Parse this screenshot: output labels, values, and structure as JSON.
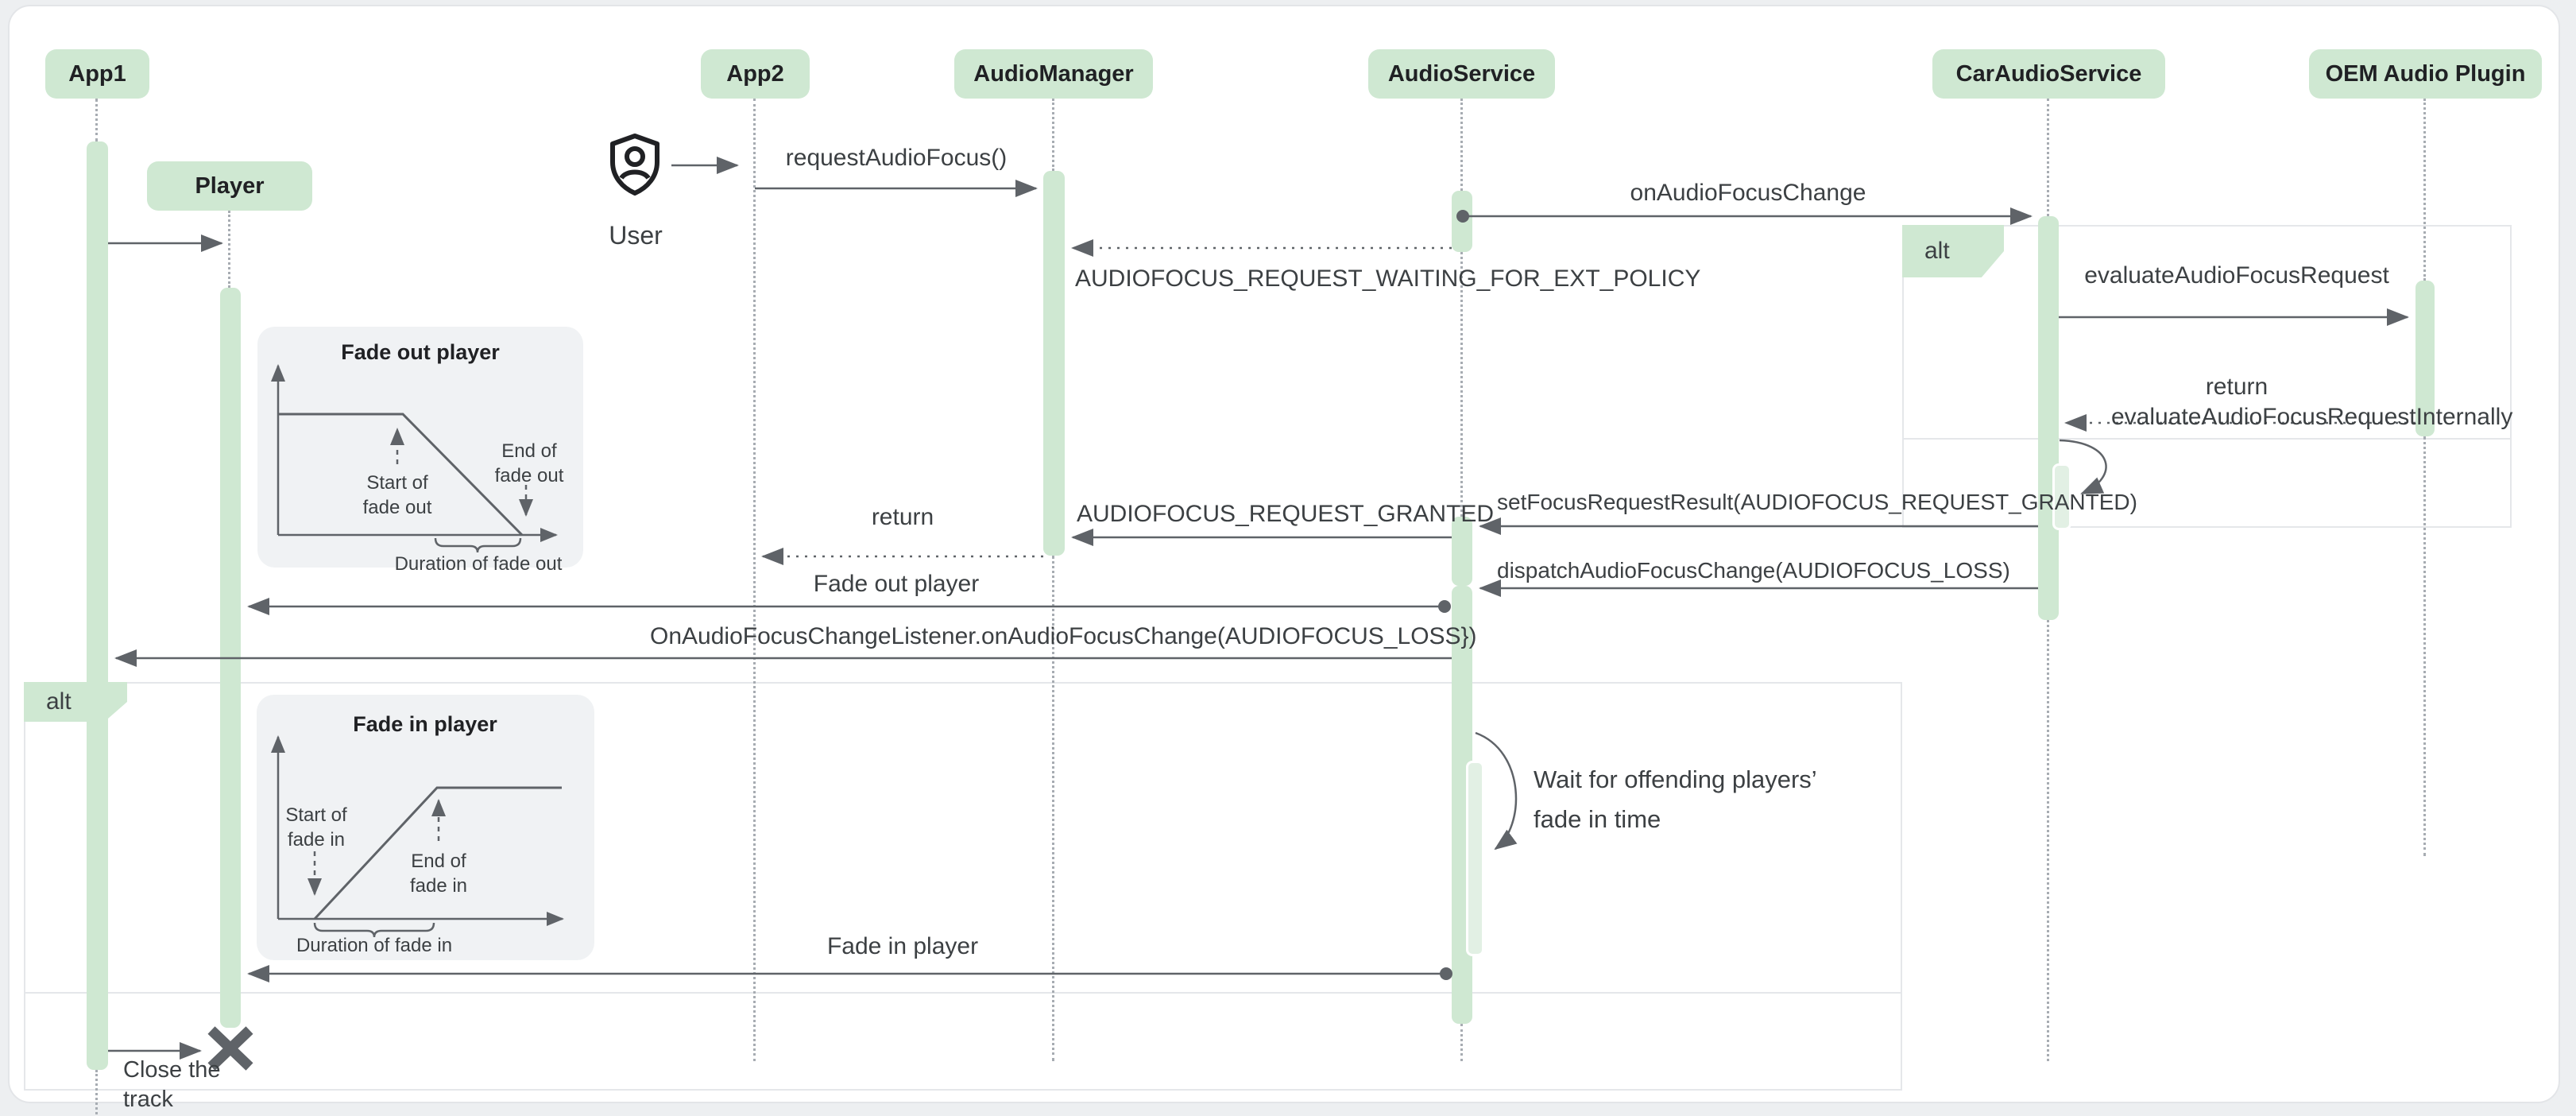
{
  "colors": {
    "accent_green": "#cfe8d2",
    "nested_green": "#e2f0e4",
    "arrow_gray": "#5f6368",
    "text_gray": "#3c4043",
    "frame_border": "#e5e7ea",
    "inset_background": "#f0f2f4",
    "lifeline_gray": "#a7acb2",
    "page_background": "#edeff1"
  },
  "actors": [
    {
      "label": "App1"
    },
    {
      "label": "App2"
    },
    {
      "label": "AudioManager"
    },
    {
      "label": "AudioService"
    },
    {
      "label": "CarAudioService"
    },
    {
      "label": "OEM Audio Plugin"
    }
  ],
  "player_label": "Player",
  "user": {
    "label": "User",
    "icon": "user-shield-icon"
  },
  "frames": {
    "right": {
      "label": "alt"
    },
    "left": {
      "label": "alt"
    }
  },
  "messages": {
    "request_audio_focus": "requestAudioFocus()",
    "on_audio_focus_change": "onAudioFocusChange",
    "waiting_ext_policy": "AUDIOFOCUS_REQUEST_WAITING_FOR_EXT_POLICY",
    "evaluate_audio_focus_request": "evaluateAudioFocusRequest",
    "return_right": "return",
    "evaluate_internally": "evaluateAudioFocusRequestInternally",
    "set_focus_request_result": "setFocusRequestResult(AUDIOFOCUS_REQUEST_GRANTED)",
    "request_granted": "AUDIOFOCUS_REQUEST_GRANTED",
    "return_left": "return",
    "dispatch_focus_change": "dispatchAudioFocusChange(AUDIOFOCUS_LOSS)",
    "fade_out_player": "Fade out player",
    "on_focus_change_listener": "OnAudioFocusChangeListener.onAudioFocusChange(AUDIOFOCUS_LOSS})",
    "wait_for_offenders": "Wait for offending players’ fade in time",
    "fade_in_player": "Fade in player",
    "close_the_track": "Close the track"
  },
  "insets": {
    "fade_out": {
      "title": "Fade out player",
      "start": "Start of fade out",
      "end": "End of fade out",
      "duration": "Duration of fade out"
    },
    "fade_in": {
      "title": "Fade in player",
      "start": "Start of fade in",
      "end": "End of fade in",
      "duration": "Duration of fade in"
    }
  },
  "icons": {
    "user": "user-shield-icon",
    "destroy": "destroy-x-icon"
  }
}
